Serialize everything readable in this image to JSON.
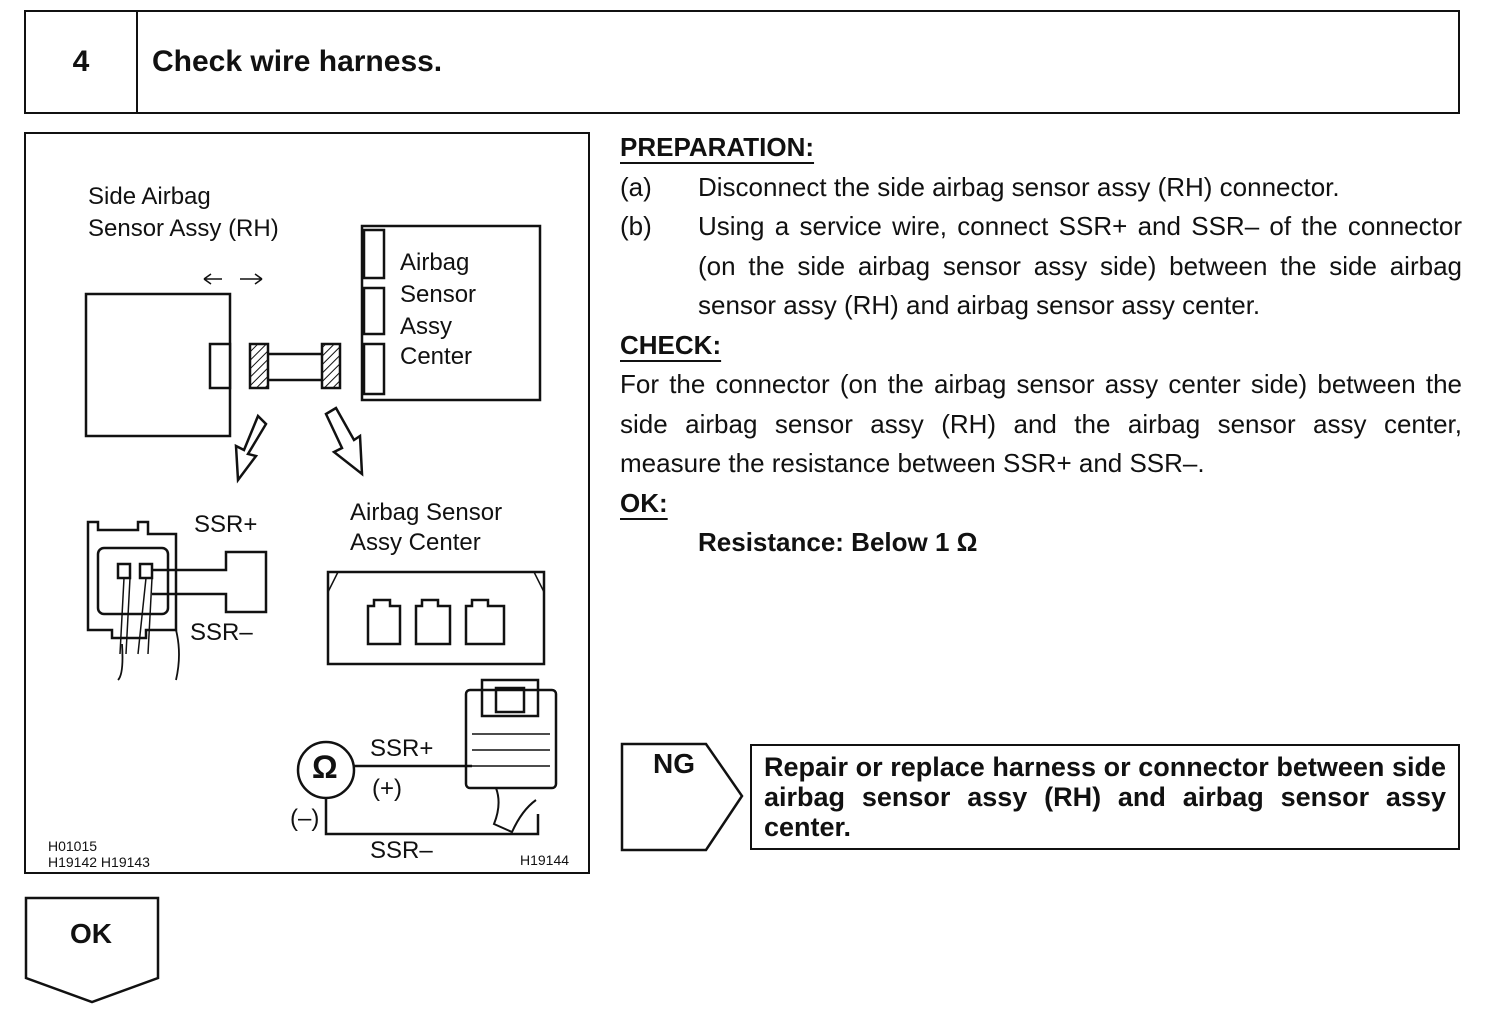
{
  "header": {
    "step_number": "4",
    "title": "Check wire harness."
  },
  "figure": {
    "label_side_sensor_line1": "Side Airbag",
    "label_side_sensor_line2": "Sensor Assy (RH)",
    "label_center_line1": "Airbag",
    "label_center_line2": "Sensor",
    "label_center_line3": "Assy",
    "label_center_line4": "Center",
    "label_ssr_plus_1": "SSR+",
    "label_ssr_minus_1": "SSR–",
    "label_center2_line1": "Airbag Sensor",
    "label_center2_line2": "Assy Center",
    "label_ssr_plus_2": "SSR+",
    "label_ssr_minus_2": "SSR–",
    "label_plus": "(+)",
    "label_minus": "(–)",
    "ohm_symbol": "Ω",
    "codes_left_line1": "H01015",
    "codes_left_line2": "H19142  H19143",
    "code_right": "H19144"
  },
  "preparation": {
    "heading": "PREPARATION:",
    "items": [
      {
        "letter": "(a)",
        "text": "Disconnect the side airbag sensor assy (RH) connector."
      },
      {
        "letter": "(b)",
        "text": "Using a service wire, connect SSR+ and SSR– of the connector (on the side airbag sensor assy side) between the side airbag sensor assy (RH) and airbag sensor assy center."
      }
    ]
  },
  "check": {
    "heading": "CHECK:",
    "text": "For the connector (on the airbag sensor assy center side) between the side airbag sensor assy (RH) and the airbag sensor assy center, measure the resistance between SSR+ and SSR–."
  },
  "ok_section": {
    "heading": "OK:",
    "spec": "Resistance: Below 1 Ω"
  },
  "ng": {
    "label": "NG",
    "action": "Repair or replace harness or connector between side airbag sensor assy (RH) and airbag sensor assy center."
  },
  "ok_arrow": {
    "label": "OK"
  }
}
